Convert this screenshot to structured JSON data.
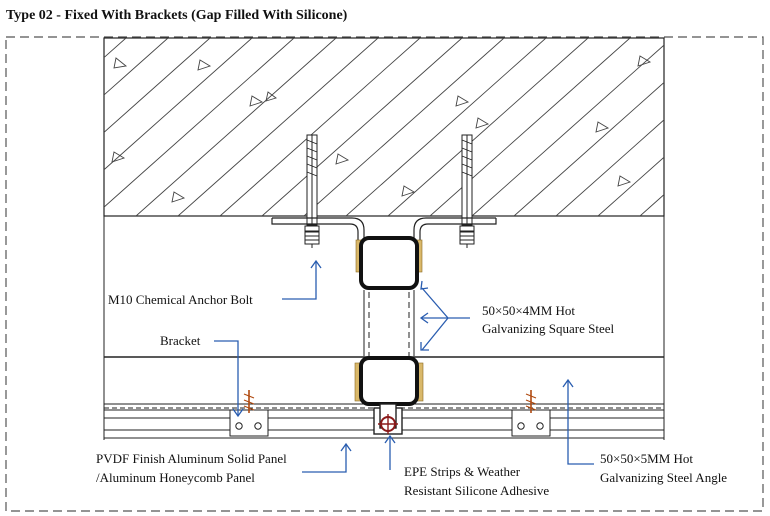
{
  "title": "Type 02 - Fixed With Brackets (Gap Filled With Silicone)",
  "labels": {
    "anchor_bolt": "M10 Chemical Anchor Bolt",
    "bracket": "Bracket",
    "square_steel_1": "50×50×4MM Hot",
    "square_steel_2": "Galvanizing Square Steel",
    "panel_1": "PVDF Finish Aluminum Solid Panel",
    "panel_2": "/Aluminum Honeycomb Panel",
    "epe_1": "EPE Strips & Weather",
    "epe_2": "Resistant Silicone Adhesive",
    "angle_1": "50×50×5MM Hot",
    "angle_2": "Galvanizing Steel Angle"
  },
  "colors": {
    "line": "#222222",
    "leader": "#2a5db0",
    "silicone": "#c8a24a",
    "fastener": "#d2691e"
  }
}
